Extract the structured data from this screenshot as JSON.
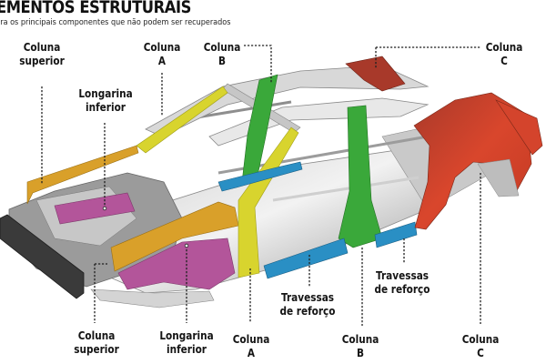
{
  "title": "EMENTOS ESTRUTURAIS",
  "subtitle": "ira os principais componentes que não podem ser recuperados",
  "colors": {
    "coluna_superior": "#d9a02a",
    "longarina_inferior": "#b3559a",
    "coluna_a": "#d8d42e",
    "coluna_b": "#3aa83a",
    "coluna_c": "#d2432a",
    "travessas_de_reforco": "#2a8fc4",
    "steel": "#b8b8b8"
  },
  "labels_top": [
    {
      "id": "coluna-superior",
      "line1": "Coluna",
      "line2": "superior"
    },
    {
      "id": "longarina-inferior",
      "line1": "Longarina",
      "line2": "inferior"
    },
    {
      "id": "coluna-a",
      "line1": "Coluna",
      "line2": "A"
    },
    {
      "id": "coluna-b",
      "line1": "Coluna",
      "line2": "B"
    },
    {
      "id": "coluna-c",
      "line1": "Coluna",
      "line2": "C"
    }
  ],
  "labels_bottom": [
    {
      "id": "coluna-superior",
      "line1": "Coluna",
      "line2": "superior"
    },
    {
      "id": "longarina-inferior",
      "line1": "Longarina",
      "line2": "inferior"
    },
    {
      "id": "coluna-a",
      "line1": "Coluna",
      "line2": "A"
    },
    {
      "id": "travessas-de-reforco",
      "line1": "Travessas",
      "line2": "de reforço"
    },
    {
      "id": "coluna-b",
      "line1": "Coluna",
      "line2": "B"
    },
    {
      "id": "travessas-de-reforco-2",
      "line1": "Travessas",
      "line2": "de reforço"
    },
    {
      "id": "coluna-c",
      "line1": "Coluna",
      "line2": "C"
    }
  ]
}
